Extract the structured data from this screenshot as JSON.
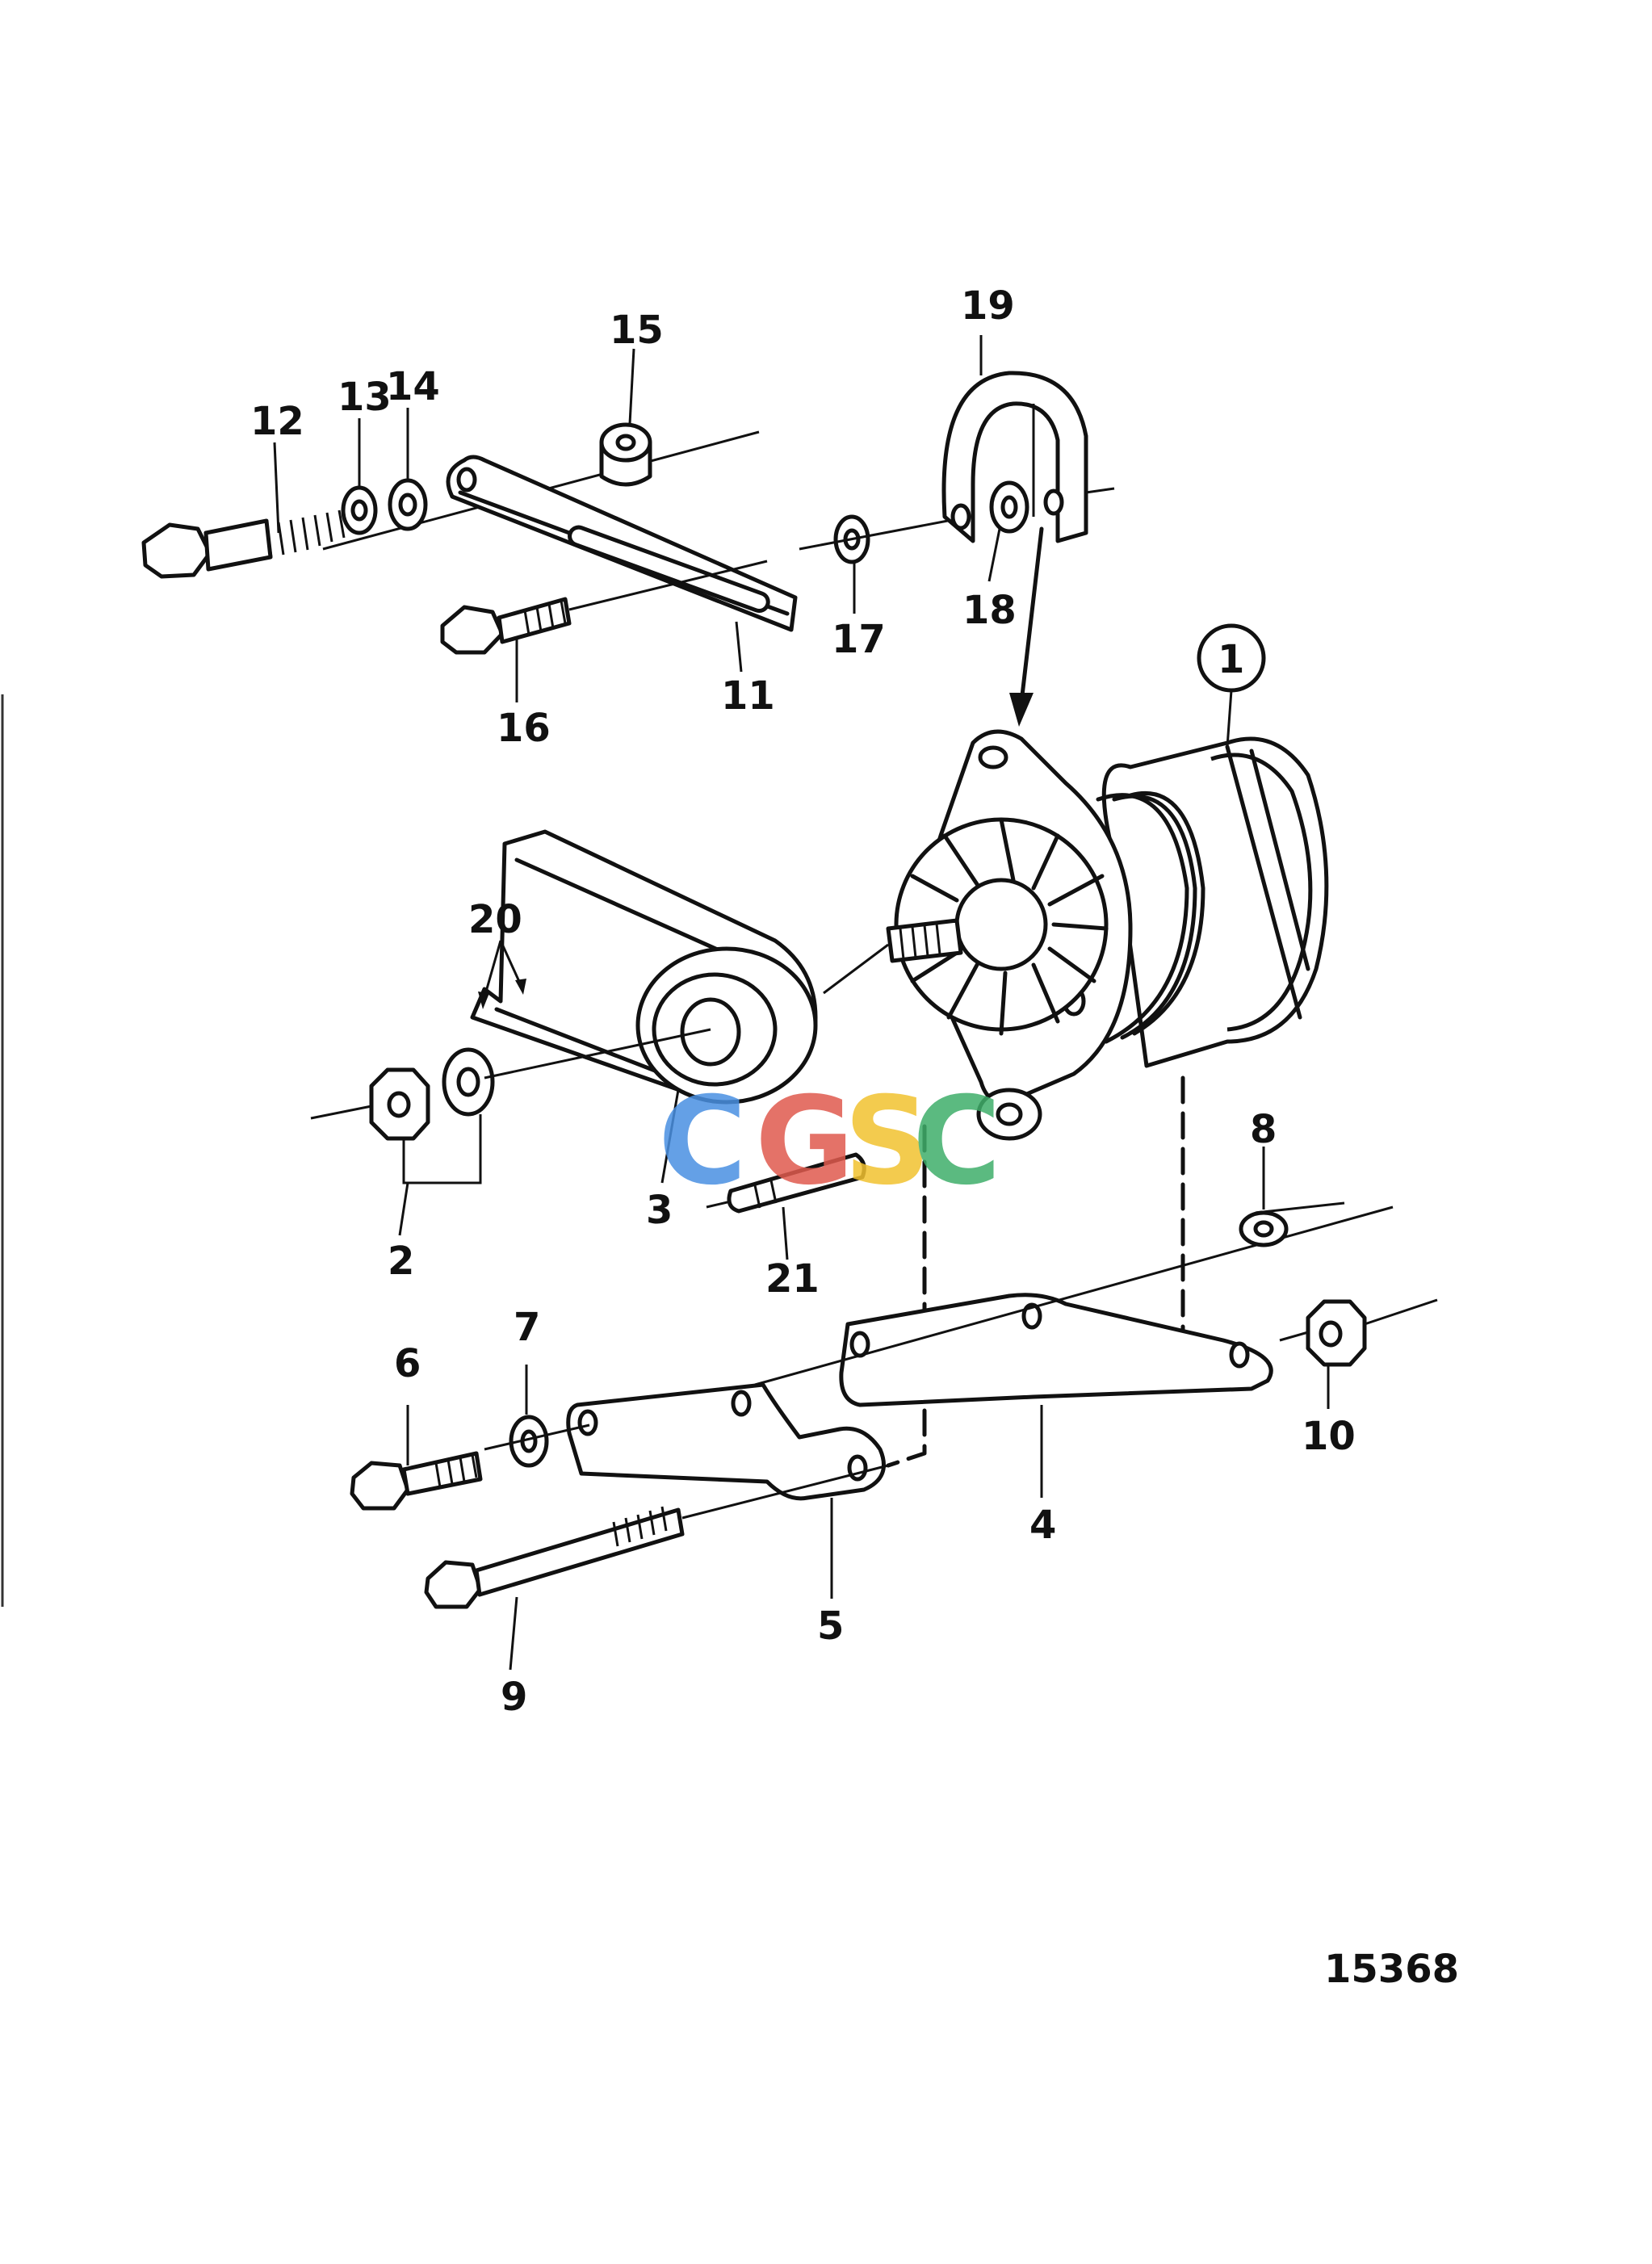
{
  "callouts": [
    {
      "id": "1",
      "text": "1"
    },
    {
      "id": "2",
      "text": "2"
    },
    {
      "id": "3",
      "text": "3"
    },
    {
      "id": "4",
      "text": "4"
    },
    {
      "id": "5",
      "text": "5"
    },
    {
      "id": "6",
      "text": "6"
    },
    {
      "id": "7",
      "text": "7"
    },
    {
      "id": "8",
      "text": "8"
    },
    {
      "id": "9",
      "text": "9"
    },
    {
      "id": "10",
      "text": "10"
    },
    {
      "id": "11",
      "text": "11"
    },
    {
      "id": "12",
      "text": "12"
    },
    {
      "id": "13",
      "text": "13"
    },
    {
      "id": "14",
      "text": "14"
    },
    {
      "id": "15",
      "text": "15"
    },
    {
      "id": "16",
      "text": "16"
    },
    {
      "id": "17",
      "text": "17"
    },
    {
      "id": "18",
      "text": "18"
    },
    {
      "id": "19",
      "text": "19"
    },
    {
      "id": "20",
      "text": "20"
    },
    {
      "id": "21",
      "text": "21"
    }
  ],
  "figure_number": "15368",
  "watermark": {
    "letters": [
      "C",
      "G",
      "S",
      "C"
    ],
    "colors": [
      "#4a90e2",
      "#e05a4e",
      "#f2c230",
      "#3fae6a"
    ]
  }
}
